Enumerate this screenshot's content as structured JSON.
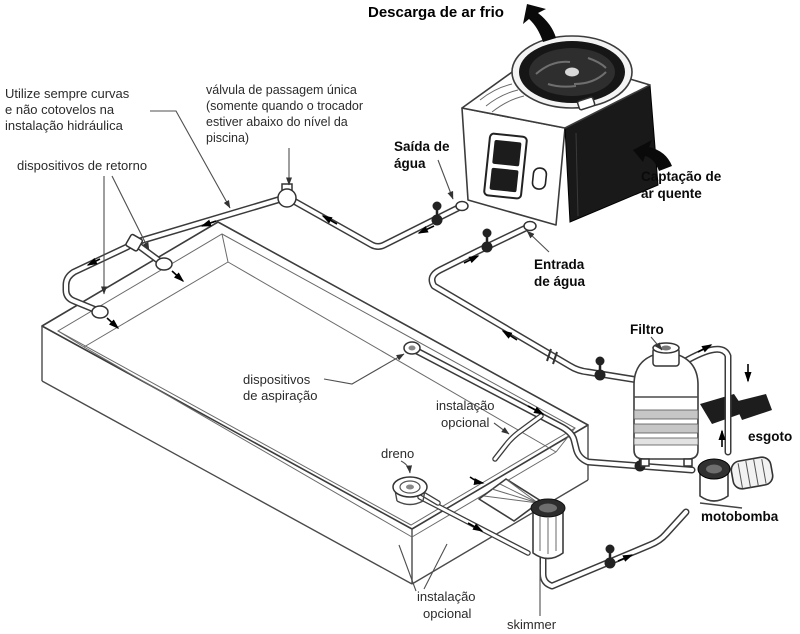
{
  "diagram": {
    "description": "Esquema de instalação hidráulica de trocador de calor (bomba de calor) para piscina",
    "colors": {
      "background": "#ffffff",
      "line": "#3b3b3b",
      "text": "#2b2b2b",
      "bold_text": "#0a0a0a",
      "dark_panel": "#191919",
      "fan_dark": "#161616"
    },
    "labels": {
      "descarga": {
        "text": "Descarga de ar frio"
      },
      "utilize": {
        "l1": "Utilize sempre curvas",
        "l2": "e não cotovelos na",
        "l3": "instalação hidráulica"
      },
      "retorno": {
        "text": "dispositivos de retorno"
      },
      "valvula": {
        "l1": "válvula de passagem única",
        "l2": "(somente quando o trocador",
        "l3": "estiver abaixo do nível da",
        "l4": "piscina)"
      },
      "saida": {
        "l1": "Saída de",
        "l2": "água"
      },
      "entrada": {
        "l1": "Entrada",
        "l2": "de água"
      },
      "captacao": {
        "l1": "Captação de",
        "l2": "ar quente"
      },
      "aspiracao": {
        "l1": "dispositivos",
        "l2": "de aspiração"
      },
      "inst_opc_sup": {
        "l1": "instalação",
        "l2": "opcional"
      },
      "dreno": {
        "text": "dreno"
      },
      "filtro": {
        "text": "Filtro"
      },
      "esgoto": {
        "text": "esgoto"
      },
      "motobomba": {
        "text": "motobomba"
      },
      "inst_opc_inf": {
        "l1": "instalação",
        "l2": "opcional"
      },
      "skimmer": {
        "text": "skimmer"
      }
    }
  }
}
